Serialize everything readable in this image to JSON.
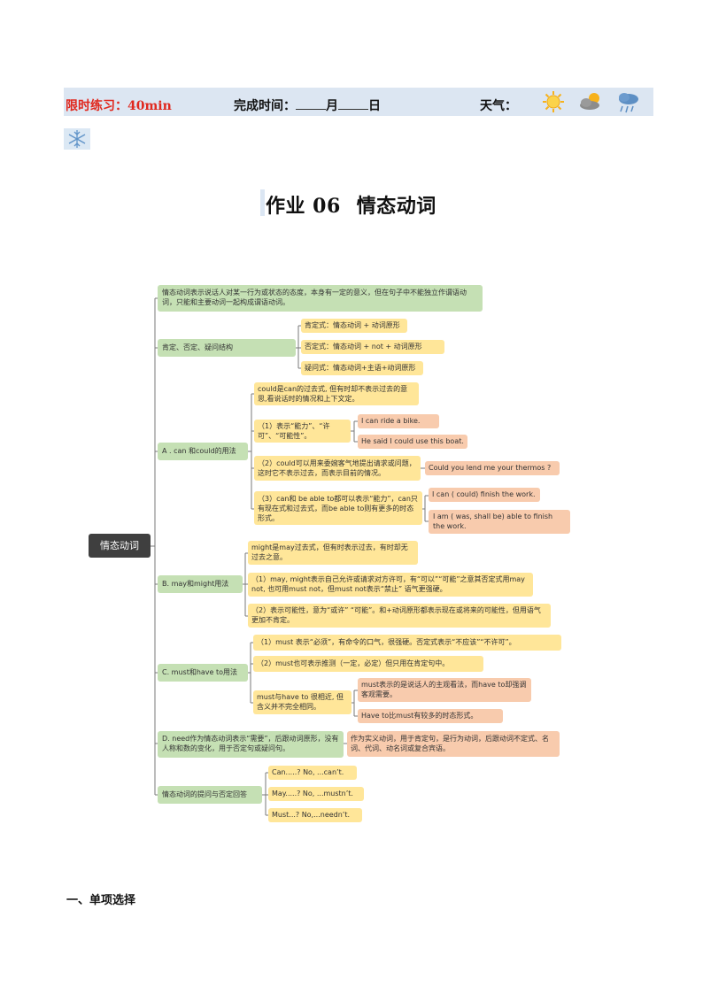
{
  "header": {
    "time_limit": "限时练习：40min",
    "completion_label": "完成时间：",
    "month": "月",
    "day": "日",
    "weather_label": "天气："
  },
  "icons": [
    "sun-icon",
    "partly-cloudy-icon",
    "rain-cloud-icon",
    "snowflake-icon"
  ],
  "title": {
    "part1": "作业 06",
    "part2": "情态动词"
  },
  "mindmap": {
    "root": "情态动词",
    "definition": "情态动词表示说话人对某一行为或状态的态度，本身有一定的意义，但在句子中不能独立作谓语动词，只能和主要动词一起构成谓语动词。",
    "structure": {
      "label": "肯定、否定、疑问结构",
      "items": [
        "肯定式：情态动词 + 动词原形",
        "否定式：情态动词 + not + 动词原形",
        "疑问式：情态动词+主语+动词原形"
      ]
    },
    "can": {
      "label": "A . can 和could的用法",
      "c1": "could是can的过去式, 但有时却不表示过去的意思,看说话时的情况和上下文定。",
      "c2": "（1）表示“能力”、“许可”、“可能性”。",
      "c2_ex1": "I can ride a bike.",
      "c2_ex2": "He said I could use this boat.",
      "c3": "（2）could可以用来委婉客气地提出请求或问题，这时它不表示过去，而表示目前的情况。",
      "c3_ex": "Could you lend me your thermos ?",
      "c4": "（3）can和 be able to都可以表示“能力”，can只有现在式和过去式，而be able to则有更多的时态形式。",
      "c4_ex1": "I can ( could) finish the work.",
      "c4_ex2": "I am ( was, shall be) able to finish the work."
    },
    "may": {
      "label": "B. may和might用法",
      "m1": "might是may过去式，但有时表示过去，有时却无过去之意。",
      "m2": "（1）may, might表示自己允许或请求对方许可，有“可以”“可能”之意其否定式用may not, 也可用must not，但must not表示“禁止” 语气更强硬。",
      "m3": "（2）表示可能性，意为“或许” “可能”。和+动词原形都表示现在或将来的可能性，但用语气更加不肯定。"
    },
    "must": {
      "label": "C. must和have to用法",
      "u1": "（1）must 表示“必须”，有命令的口气，很强硬。否定式表示“不应该”“不许可”。",
      "u2": "（2）must也可表示推测（一定，必定）但只用在肯定句中。",
      "u3": "must与have to 很相近, 但含义并不完全相同。",
      "u3_ex1": "must表示的是说话人的主观看法，而have to却强调客观需要。",
      "u3_ex2": "Have to比must有较多的时态形式。"
    },
    "need": {
      "label": "D. need作为情态动词表示“需要”，后跟动词原形，没有人称和数的变化，用于否定句或疑问句。",
      "ex": "作为实义动词，用于肯定句，是行为动词，后跟动词不定式、名词、代词、动名词或复合宾语。"
    },
    "answers": {
      "label": "情态动词的提问与否定回答",
      "a1": "Can.....?   No, ...can’t.",
      "a2": "May.....?   No, ...mustn’t.",
      "a3": "Must...?   No,...needn’t."
    }
  },
  "section": {
    "heading": "一、单项选择"
  }
}
